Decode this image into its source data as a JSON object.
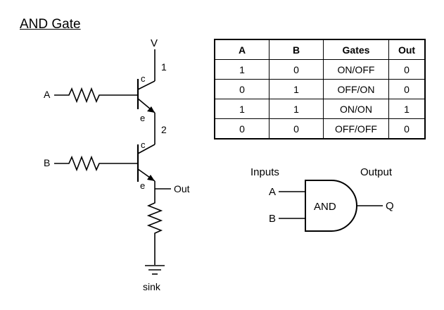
{
  "title": "AND Gate",
  "circuit": {
    "supply_label": "V",
    "node1_label": "1",
    "node2_label": "2",
    "input_a_label": "A",
    "input_b_label": "B",
    "collector_label": "c",
    "emitter_label": "e",
    "output_label": "Out",
    "sink_label": "sink"
  },
  "truth_table": {
    "headers": [
      "A",
      "B",
      "Gates",
      "Out"
    ],
    "rows": [
      [
        "1",
        "0",
        "ON/OFF",
        "0"
      ],
      [
        "0",
        "1",
        "OFF/ON",
        "0"
      ],
      [
        "1",
        "1",
        "ON/ON",
        "1"
      ],
      [
        "0",
        "0",
        "OFF/OFF",
        "0"
      ]
    ]
  },
  "gate_symbol": {
    "inputs_label": "Inputs",
    "output_label": "Output",
    "input_a": "A",
    "input_b": "B",
    "gate_label": "AND",
    "output_q": "Q"
  }
}
